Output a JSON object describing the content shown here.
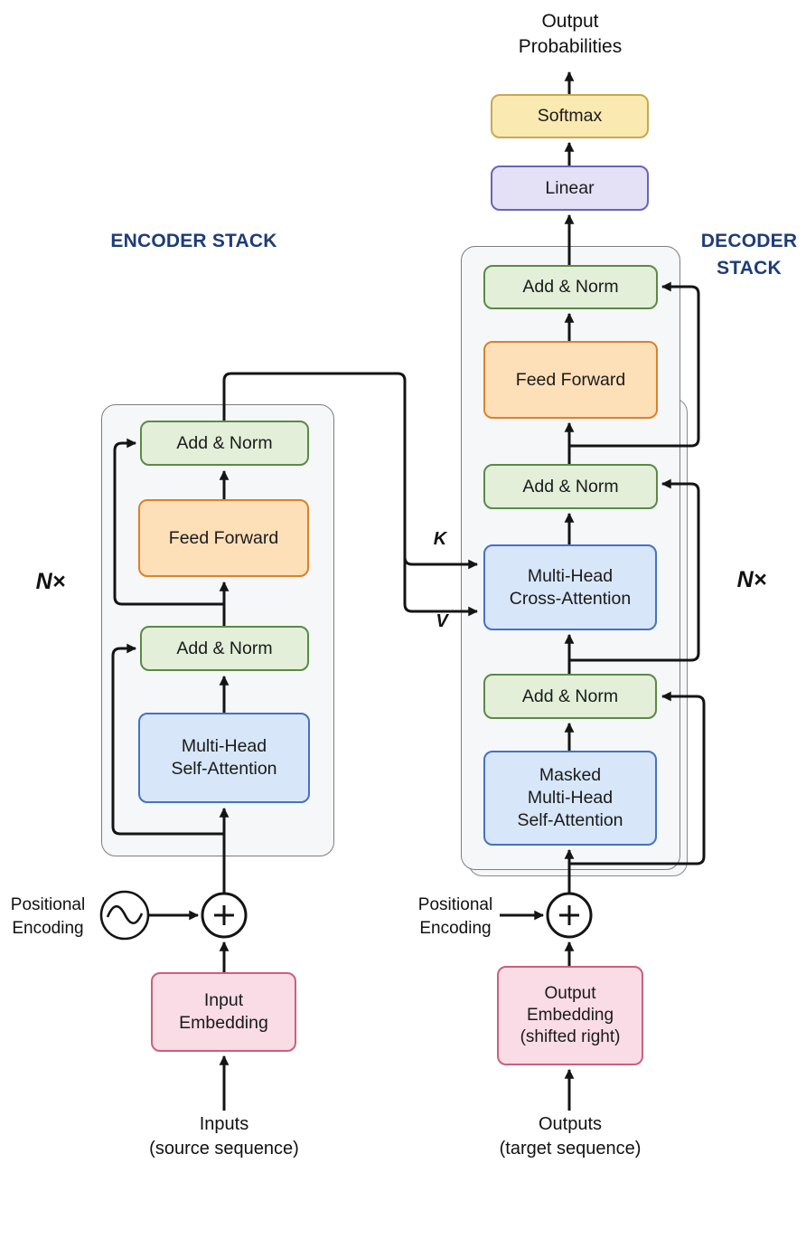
{
  "diagram": {
    "output_label": [
      "Output",
      "Probabilities"
    ],
    "softmax": "Softmax",
    "linear": "Linear",
    "k_label": "K",
    "v_label": "V",
    "encoder": {
      "heading": "ENCODER STACK",
      "repeat_label": "N×",
      "add_norm_top": "Add & Norm",
      "feed_forward": "Feed Forward",
      "add_norm_bottom": "Add & Norm",
      "self_attention": [
        "Multi-Head",
        "Self-Attention"
      ],
      "positional_encoding": [
        "Positional",
        "Encoding"
      ],
      "embedding": [
        "Input",
        "Embedding"
      ],
      "input_caption": [
        "Inputs",
        "(source sequence)"
      ]
    },
    "decoder": {
      "heading": [
        "DECODER",
        "STACK"
      ],
      "repeat_label": "N×",
      "add_norm_top": "Add & Norm",
      "feed_forward": "Feed Forward",
      "add_norm_mid": "Add & Norm",
      "cross_attention": [
        "Multi-Head",
        "Cross-Attention"
      ],
      "add_norm_bottom": "Add & Norm",
      "masked_attention": [
        "Masked",
        "Multi-Head",
        "Self-Attention"
      ],
      "positional_encoding": [
        "Positional",
        "Encoding"
      ],
      "embedding": [
        "Output",
        "Embedding",
        "(shifted right)"
      ],
      "output_caption": [
        "Outputs",
        "(target sequence)"
      ]
    },
    "icons": {
      "positional_encoding_symbol": "sine-wave-in-circle",
      "add_symbol": "plus-in-circle",
      "plus_glyph": "+"
    },
    "colors": {
      "add_norm_fill": "#e3efd9",
      "add_norm_stroke": "#5a8a46",
      "feed_forward_fill": "#fddfb8",
      "feed_forward_stroke": "#d9822b",
      "attention_fill": "#d7e6f8",
      "attention_stroke": "#4472c4",
      "embedding_fill": "#f9dce6",
      "embedding_stroke": "#c9607e",
      "softmax_fill": "#fae9b1",
      "softmax_stroke": "#c7a94e",
      "linear_fill": "#e4e1f6",
      "linear_stroke": "#6a62b8",
      "heading_text": "#1e3c78",
      "wire": "#141414"
    }
  }
}
